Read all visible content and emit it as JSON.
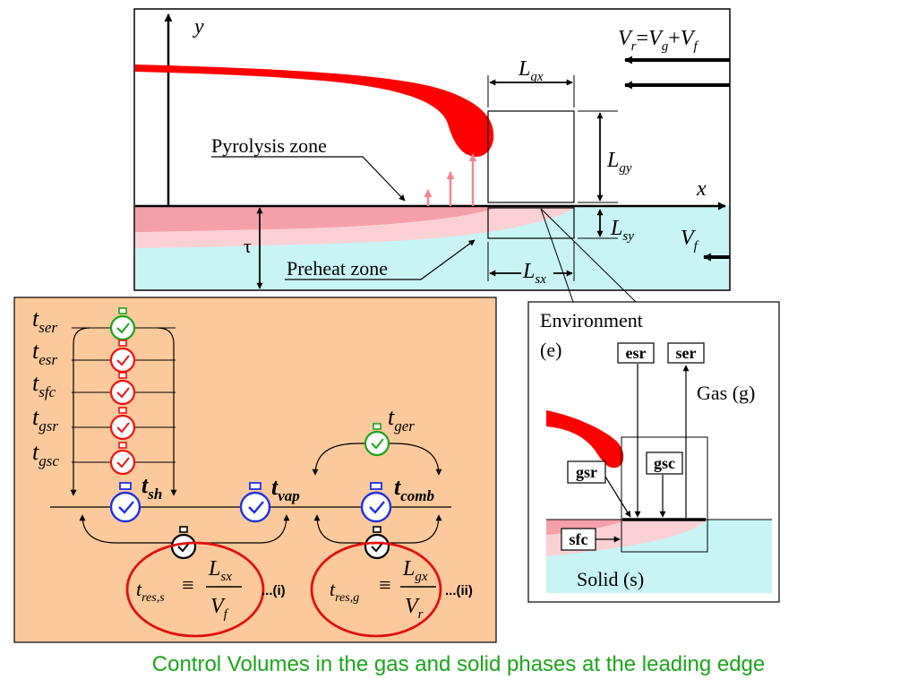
{
  "top_panel": {
    "y_axis": "y",
    "x_axis": "x",
    "velocity_relation": {
      "v": "V",
      "r": "r",
      "eq": "=",
      "g": "g",
      "plus": "+",
      "f": "f"
    },
    "Lgx": {
      "main": "L",
      "sub": "gx"
    },
    "Lgy": {
      "main": "L",
      "sub": "gy"
    },
    "Lsy": {
      "main": "L",
      "sub": "sy"
    },
    "Lsx": {
      "main": "L",
      "sub": "sx"
    },
    "Vf": {
      "main": "V",
      "sub": "f"
    },
    "tau": "τ",
    "pyrolysis_label": "Pyrolysis zone",
    "preheat_label": "Preheat zone"
  },
  "time_panel": {
    "t": "t",
    "left_times": [
      "ser",
      "esr",
      "sfc",
      "gsr",
      "gsc"
    ],
    "t_sh": "sh",
    "t_vap": "vap",
    "t_comb": "comb",
    "t_ger": "ger",
    "eq_i": {
      "lhs_sub": "res,s",
      "equiv": "≡",
      "num": "L",
      "num_sub": "sx",
      "den": "V",
      "den_sub": "f",
      "tag": "...(i)"
    },
    "eq_ii": {
      "lhs_sub": "res,g",
      "equiv": "≡",
      "num": "L",
      "num_sub": "gx",
      "den": "V",
      "den_sub": "r",
      "tag": "...(ii)"
    }
  },
  "environment_panel": {
    "env_line1": "Environment",
    "env_line2": "(e)",
    "esr": "esr",
    "ser": "ser",
    "gas": "Gas (g)",
    "gsr": "gsr",
    "gsc": "gsc",
    "sfc": "sfc",
    "solid": "Solid (s)"
  },
  "caption": "Control Volumes in the gas and solid phases at the leading edge",
  "colors": {
    "flame": "#ff0000",
    "pyrolysis": "#f5a0a8",
    "preheat": "#fad0d4",
    "solid": "#c8f4f6",
    "panel": "#fbc99b",
    "clock_green": "#1ba31b",
    "clock_red": "#ee1111",
    "clock_blue": "#1f2fe6",
    "ellipse": "#e01010",
    "caption": "#1aa51a"
  }
}
